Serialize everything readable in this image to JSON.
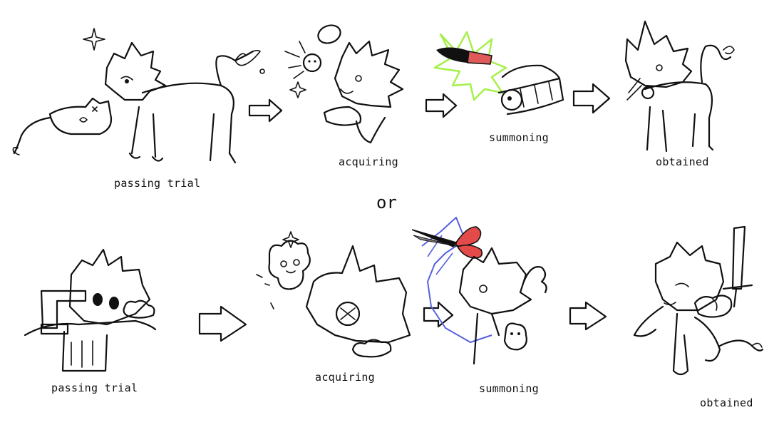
{
  "rows": [
    {
      "steps": [
        {
          "label": "passing trial"
        },
        {
          "label": "acquiring"
        },
        {
          "label": "summoning"
        },
        {
          "label": "obtained"
        }
      ]
    },
    {
      "steps": [
        {
          "label": "passing trial"
        },
        {
          "label": "acquiring"
        },
        {
          "label": "summoning"
        },
        {
          "label": "obtained"
        }
      ]
    }
  ],
  "separator": "or",
  "colors": {
    "ink": "#111111",
    "spark_green": "#a6f04a",
    "knife_red": "#e05a5a",
    "scissor_red": "#e34a4a",
    "scissor_glow": "#5560e0"
  }
}
